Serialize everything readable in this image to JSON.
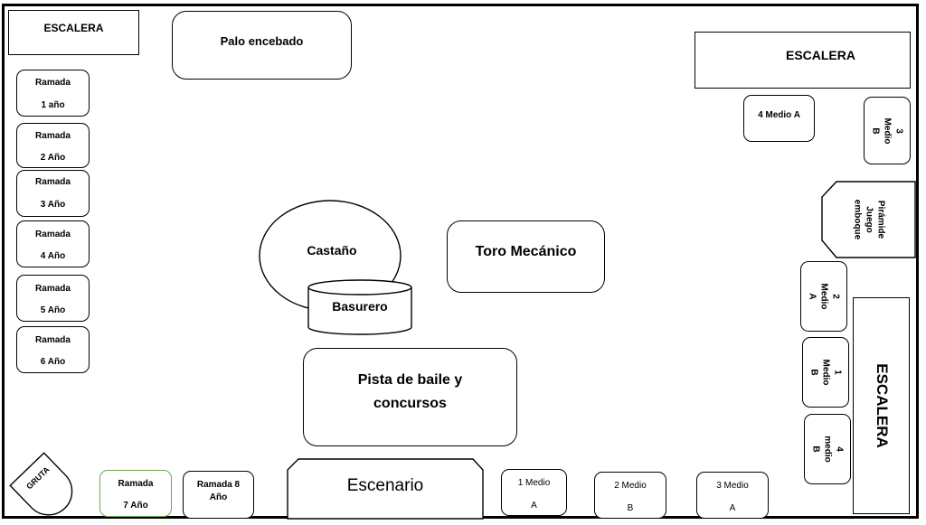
{
  "escalera_top_left": "ESCALERA",
  "palo_encebado": "Palo encebado",
  "escalera_top_right": "ESCALERA",
  "escalera_right": "ESCALERA",
  "ramadas_left": [
    {
      "l1": "Ramada",
      "l2": "1 año"
    },
    {
      "l1": "Ramada",
      "l2": "2 Año"
    },
    {
      "l1": "Ramada",
      "l2": "3 Año"
    },
    {
      "l1": "Ramada",
      "l2": "4 Año"
    },
    {
      "l1": "Ramada",
      "l2": "5 Año"
    },
    {
      "l1": "Ramada",
      "l2": "6 Año"
    }
  ],
  "medio_4a": "4 Medio A",
  "medio_3b": "3 Medio B",
  "piramide": {
    "l1": "Pirámide",
    "l2": "Juego",
    "l3": "emboque"
  },
  "medio_2a": "2 Medio A",
  "medio_1b": "1 Medio B",
  "medio_4b": {
    "l1": "4 medio",
    "l2": "B"
  },
  "castano": "Castaño",
  "basurero": "Basurero",
  "toro": "Toro Mecánico",
  "pista": {
    "l1": "Pista de baile y",
    "l2": "concursos"
  },
  "gruta": "GRUTA",
  "ramada7": {
    "l1": "Ramada",
    "l2": "7 Año"
  },
  "ramada8": {
    "l1": "Ramada 8",
    "l2": "Año"
  },
  "escenario": "Escenario",
  "medio_1a": {
    "l1": "1 Medio",
    "l2": "A"
  },
  "medio_2b": {
    "l1": "2 Medio",
    "l2": "B"
  },
  "medio_3a": {
    "l1": "3 Medio",
    "l2": "A"
  }
}
